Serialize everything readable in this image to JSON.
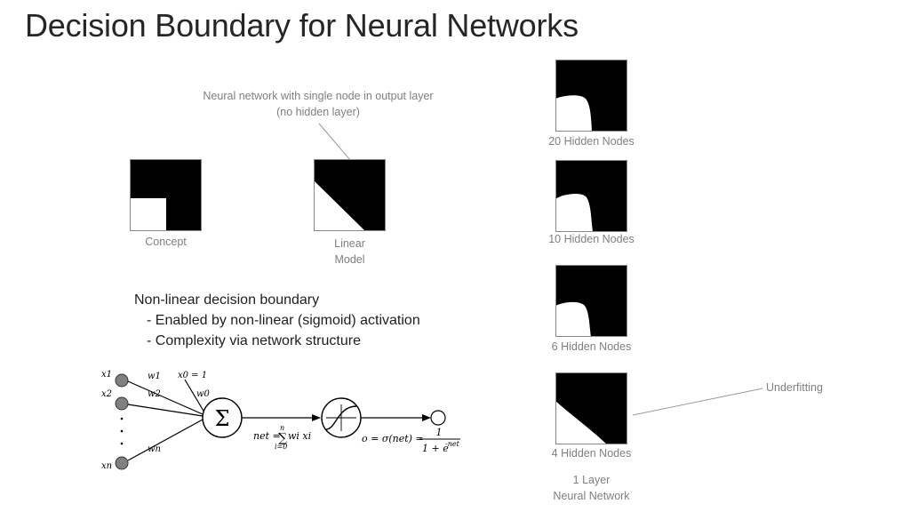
{
  "slide": {
    "title": "Decision Boundary for Neural Networks",
    "single_node_note_line1": "Neural network with single node in output layer",
    "single_node_note_line2": "(no hidden layer)",
    "concept_label": "Concept",
    "linear_model_label_line1": "Linear",
    "linear_model_label_line2": "Model",
    "bullets": {
      "heading": "Non-linear decision boundary",
      "items": [
        "- Enabled by non-linear (sigmoid) activation",
        "- Complexity via network structure"
      ]
    },
    "hidden_node_panels": [
      {
        "label": "20 Hidden Nodes"
      },
      {
        "label": "10 Hidden Nodes"
      },
      {
        "label": "6 Hidden Nodes"
      },
      {
        "label": "4 Hidden Nodes"
      }
    ],
    "underfitting_label": "Underfitting",
    "network_caption_line1": "1 Layer",
    "network_caption_line2": "Neural Network"
  },
  "perceptron": {
    "inputs": [
      "x1",
      "x2",
      "xn"
    ],
    "weights": [
      "w1",
      "w2",
      "wn"
    ],
    "bias_input": "x0 = 1",
    "bias_weight": "w0",
    "sum_symbol": "Σ",
    "net_formula_lhs": "net =",
    "net_sum_top": "n",
    "net_sum_bottom": "i=0",
    "net_formula_terms": "wi xi",
    "output_formula_lhs": "o = σ(net) =",
    "output_numerator": "1",
    "output_denominator": "1 + e",
    "output_exponent": "-net"
  },
  "colors": {
    "region": "#000000",
    "background": "#ffffff",
    "caption": "#7f7f7f",
    "title": "#262626",
    "input_node": "#808080"
  }
}
